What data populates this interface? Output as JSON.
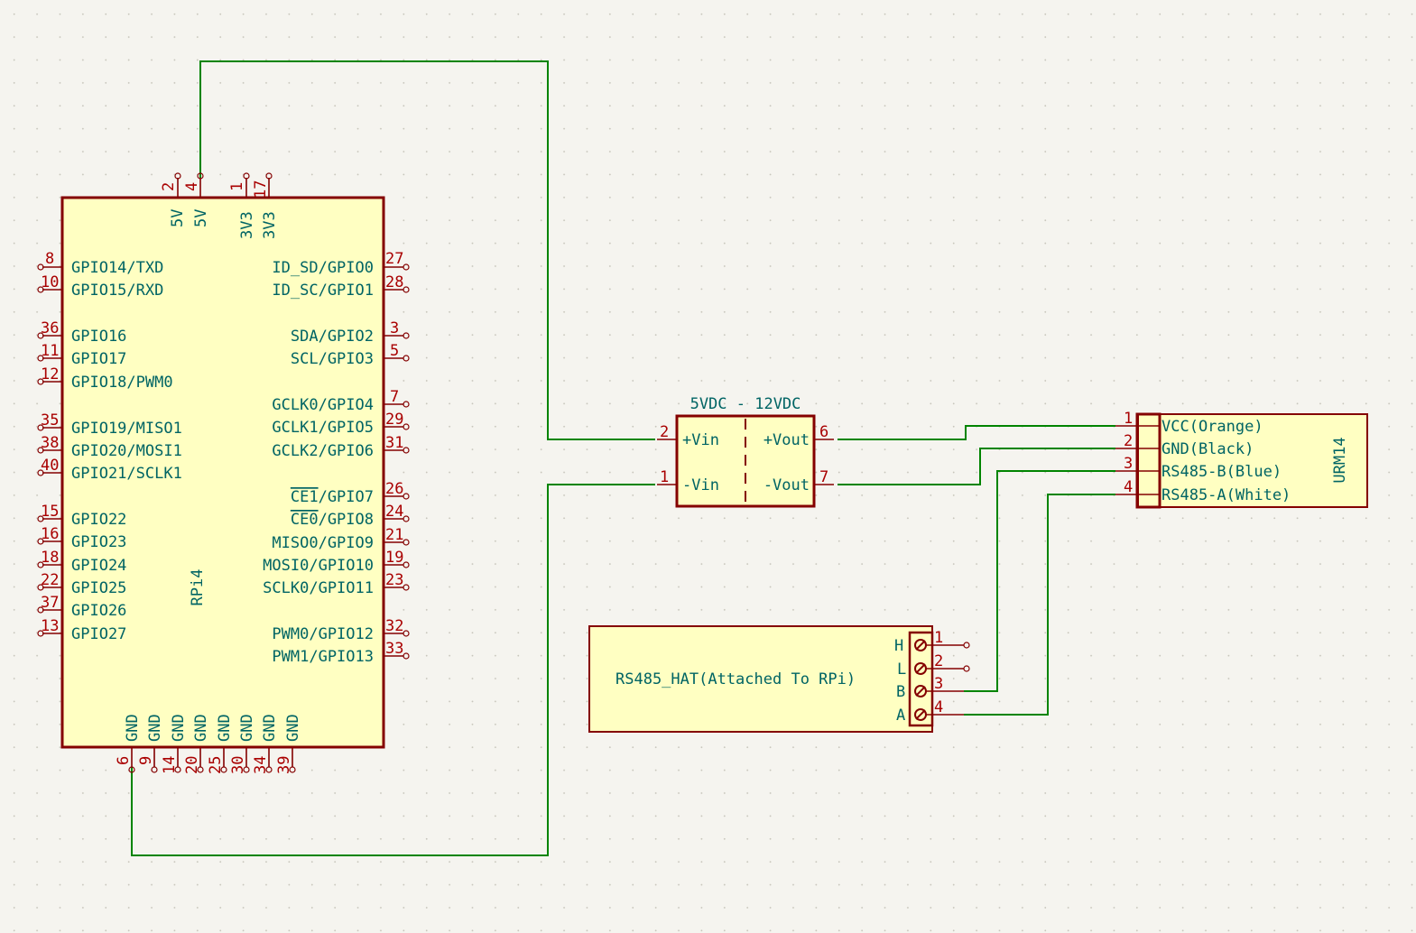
{
  "rpi4": {
    "reference": "RPi4",
    "top_pins": [
      {
        "num": "2",
        "name": "5V"
      },
      {
        "num": "4",
        "name": "5V"
      },
      {
        "num": "1",
        "name": "3V3"
      },
      {
        "num": "17",
        "name": "3V3"
      }
    ],
    "left_pins": [
      {
        "num": "8",
        "name": "GPIO14/TXD"
      },
      {
        "num": "10",
        "name": "GPIO15/RXD"
      },
      {
        "num": "36",
        "name": "GPIO16"
      },
      {
        "num": "11",
        "name": "GPIO17"
      },
      {
        "num": "12",
        "name": "GPIO18/PWM0"
      },
      {
        "num": "35",
        "name": "GPIO19/MISO1"
      },
      {
        "num": "38",
        "name": "GPIO20/MOSI1"
      },
      {
        "num": "40",
        "name": "GPIO21/SCLK1"
      },
      {
        "num": "15",
        "name": "GPIO22"
      },
      {
        "num": "16",
        "name": "GPIO23"
      },
      {
        "num": "18",
        "name": "GPIO24"
      },
      {
        "num": "22",
        "name": "GPIO25"
      },
      {
        "num": "37",
        "name": "GPIO26"
      },
      {
        "num": "13",
        "name": "GPIO27"
      }
    ],
    "right_pins": [
      {
        "num": "27",
        "name": "ID_SD/GPIO0"
      },
      {
        "num": "28",
        "name": "ID_SC/GPIO1"
      },
      {
        "num": "3",
        "name": "SDA/GPIO2"
      },
      {
        "num": "5",
        "name": "SCL/GPIO3"
      },
      {
        "num": "7",
        "name": "GCLK0/GPIO4"
      },
      {
        "num": "29",
        "name": "GCLK1/GPIO5"
      },
      {
        "num": "31",
        "name": "GCLK2/GPIO6"
      },
      {
        "num": "26",
        "name": "CE1/GPIO7",
        "overline": "CE1",
        "rest": "/GPIO7"
      },
      {
        "num": "24",
        "name": "CE0/GPIO8",
        "overline": "CE0",
        "rest": "/GPIO8"
      },
      {
        "num": "21",
        "name": "MISO0/GPIO9"
      },
      {
        "num": "19",
        "name": "MOSI0/GPIO10"
      },
      {
        "num": "23",
        "name": "SCLK0/GPIO11"
      },
      {
        "num": "32",
        "name": "PWM0/GPIO12"
      },
      {
        "num": "33",
        "name": "PWM1/GPIO13"
      }
    ],
    "bottom_pins": [
      {
        "num": "6",
        "name": "GND"
      },
      {
        "num": "9",
        "name": "GND"
      },
      {
        "num": "14",
        "name": "GND"
      },
      {
        "num": "20",
        "name": "GND"
      },
      {
        "num": "25",
        "name": "GND"
      },
      {
        "num": "30",
        "name": "GND"
      },
      {
        "num": "34",
        "name": "GND"
      },
      {
        "num": "39",
        "name": "GND"
      }
    ]
  },
  "converter": {
    "value": "5VDC - 12VDC",
    "pins": [
      {
        "num": "2",
        "name": "+Vin"
      },
      {
        "num": "1",
        "name": "-Vin"
      },
      {
        "num": "6",
        "name": "+Vout"
      },
      {
        "num": "7",
        "name": "-Vout"
      }
    ]
  },
  "urm14": {
    "reference": "URM14",
    "pins": [
      {
        "num": "1",
        "name": "VCC(Orange)"
      },
      {
        "num": "2",
        "name": "GND(Black)"
      },
      {
        "num": "3",
        "name": "RS485-B(Blue)"
      },
      {
        "num": "4",
        "name": "RS485-A(White)"
      }
    ]
  },
  "rs485_hat": {
    "label": "RS485_HAT(Attached To RPi)",
    "pins": [
      {
        "num": "1",
        "name": "H"
      },
      {
        "num": "2",
        "name": "L"
      },
      {
        "num": "3",
        "name": "B"
      },
      {
        "num": "4",
        "name": "A"
      }
    ]
  },
  "colors": {
    "background": "#f5f4ef",
    "symbol_body": "#ffffc2",
    "symbol_outline": "#840000",
    "wire": "#008400",
    "pin_number": "#a90000",
    "pin_name": "#006464"
  }
}
